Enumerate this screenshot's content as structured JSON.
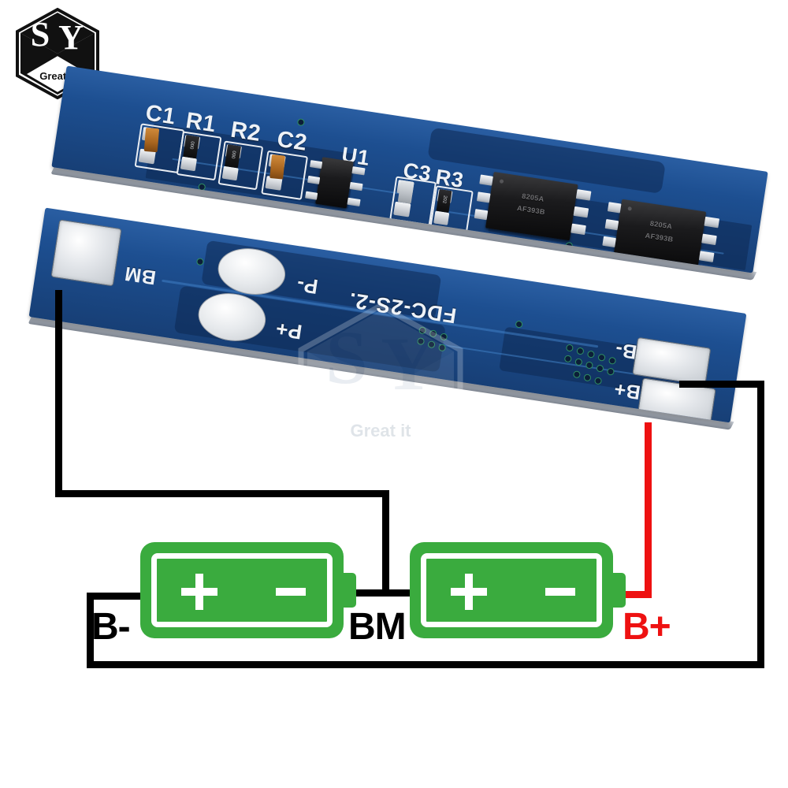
{
  "image": {
    "subject": "2S Li-ion BMS protection board with battery wiring diagram",
    "background_color": "#ffffff"
  },
  "brand": {
    "logo_name": "sy-hexagon-logo",
    "initials": "SY",
    "tagline": "Great it"
  },
  "watermark": {
    "initials": "SY",
    "tagline": "Great it"
  },
  "boards": {
    "top": {
      "name": "pcb-top-component-side",
      "silkscreen": [
        {
          "label": "C1"
        },
        {
          "label": "R1"
        },
        {
          "label": "R2"
        },
        {
          "label": "C2"
        },
        {
          "label": "U1"
        },
        {
          "label": "C3"
        },
        {
          "label": "R3"
        }
      ],
      "resistor_codes": [
        {
          "ref": "R1",
          "code": "000"
        },
        {
          "ref": "R2",
          "code": "000"
        },
        {
          "ref": "R3",
          "code": "202"
        }
      ],
      "mosfets": [
        {
          "line1": "8205A",
          "line2": "AF393B"
        },
        {
          "line1": "8205A",
          "line2": "AF393B"
        }
      ]
    },
    "bottom": {
      "name": "pcb-bottom-solder-side",
      "part_number": "FDC-2S-2.",
      "pads": [
        {
          "label": "BM",
          "desc": "middle-cell-tap-pad"
        },
        {
          "label": "P-",
          "desc": "load-negative-pad"
        },
        {
          "label": "P+",
          "desc": "load-positive-pad"
        },
        {
          "label": "B-",
          "desc": "battery-negative-pad"
        },
        {
          "label": "B+",
          "desc": "battery-positive-pad"
        }
      ]
    }
  },
  "colors": {
    "pcb_blue": "#1d4f91",
    "battery_green": "#3aab3e",
    "wire_black": "#000000",
    "wire_red": "#ee1111",
    "silkscreen_white": "#eef2f7"
  },
  "diagram": {
    "name": "battery-wiring-diagram",
    "batteries": [
      {
        "index": 1,
        "plus": "+",
        "minus": "−",
        "color": "#3aab3e"
      },
      {
        "index": 2,
        "plus": "+",
        "minus": "−",
        "color": "#3aab3e"
      }
    ],
    "labels": [
      {
        "text": "B-",
        "color": "#000000",
        "name": "diagram-label-b-minus"
      },
      {
        "text": "BM",
        "color": "#000000",
        "name": "diagram-label-bm"
      },
      {
        "text": "B+",
        "color": "#ee1111",
        "name": "diagram-label-b-plus"
      }
    ],
    "wires": [
      {
        "name": "wire-bm",
        "color": "#000000",
        "from": "BM pad",
        "to": "cell junction"
      },
      {
        "name": "wire-b-minus",
        "color": "#000000",
        "from": "B- pad",
        "to": "first cell positive"
      },
      {
        "name": "wire-b-plus",
        "color": "#ee1111",
        "from": "B+ pad",
        "to": "second cell negative"
      }
    ]
  }
}
